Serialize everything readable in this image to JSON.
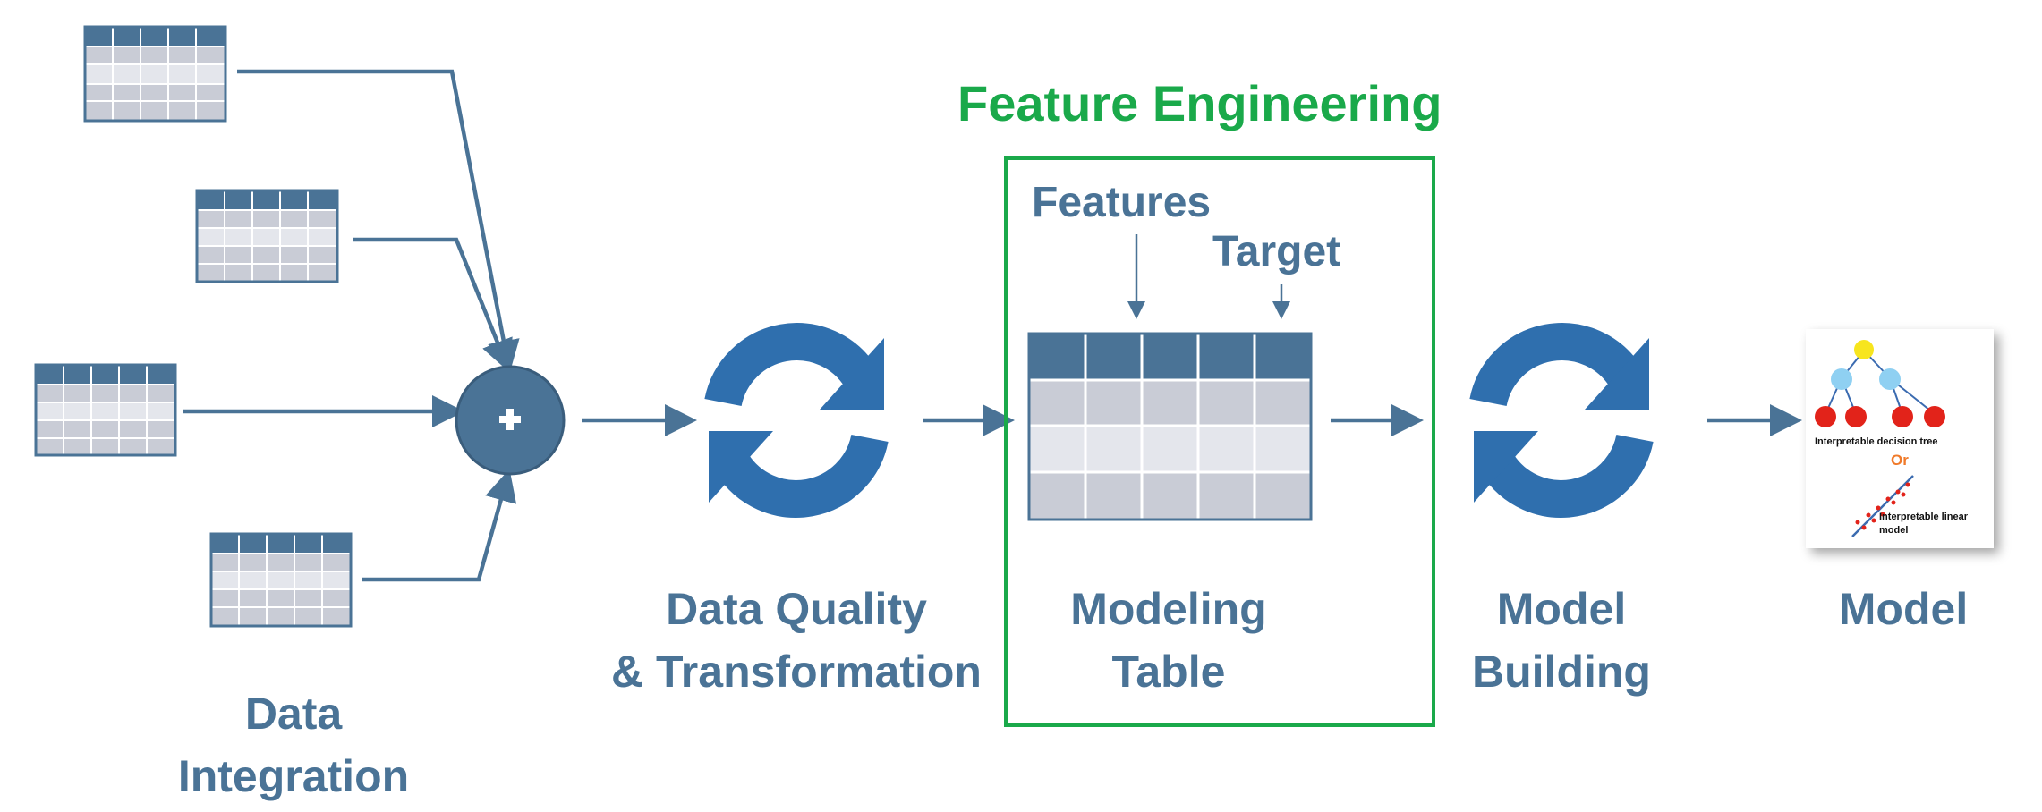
{
  "labels": {
    "data_integration": [
      "Data",
      "Integration"
    ],
    "data_quality": [
      "Data Quality",
      "& Transformation"
    ],
    "modeling_table": [
      "Modeling",
      "Table"
    ],
    "model_building": [
      "Model",
      "Building"
    ],
    "model": "Model",
    "feature_engineering": "Feature Engineering",
    "features": "Features",
    "target": "Target"
  },
  "model_card": {
    "tree_caption": "Interpretable decision tree",
    "or": "Or",
    "linear_caption": [
      "Interpretable linear",
      "model"
    ]
  },
  "colors": {
    "primary": "#4a7396",
    "table_header": "#4a7396",
    "table_cell_dark": "#c9ccd6",
    "table_cell_light": "#e4e6ec",
    "accent_green": "#1aa94a",
    "icon_blue": "#2f6fae",
    "node_yellow": "#f7e51e",
    "node_light_blue": "#8fd0f2",
    "node_red": "#e2231a"
  }
}
